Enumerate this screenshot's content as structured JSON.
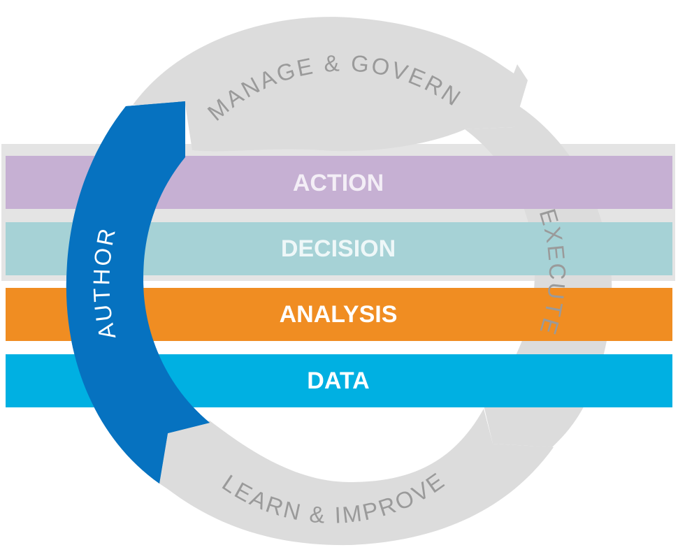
{
  "layers": {
    "action": {
      "label": "ACTION",
      "color": "#c6b0d3",
      "text_color": "#f3eef6"
    },
    "decision": {
      "label": "DECISION",
      "color": "#a6d2d6",
      "text_color": "#eef7f8"
    },
    "analysis": {
      "label": "ANALYSIS",
      "color": "#f08d22",
      "text_color": "#ffffff"
    },
    "data": {
      "label": "DATA",
      "color": "#00b0e2",
      "text_color": "#ffffff"
    }
  },
  "cycle": {
    "manage_govern": {
      "label": "MANAGE  & GOVERN",
      "color": "#dcdcdc",
      "text_color": "#9a9a9a"
    },
    "execute": {
      "label": "EXECUTE",
      "color": "#dcdcdc",
      "text_color": "#9a9a9a"
    },
    "learn_improve": {
      "label": "LEARN & IMPROVE",
      "color": "#dcdcdc",
      "text_color": "#9a9a9a"
    },
    "author": {
      "label": "AUTHOR",
      "color": "#0672c0",
      "text_color": "#ffffff"
    }
  },
  "colors": {
    "top_band_backdrop": "#e4e4e4"
  }
}
